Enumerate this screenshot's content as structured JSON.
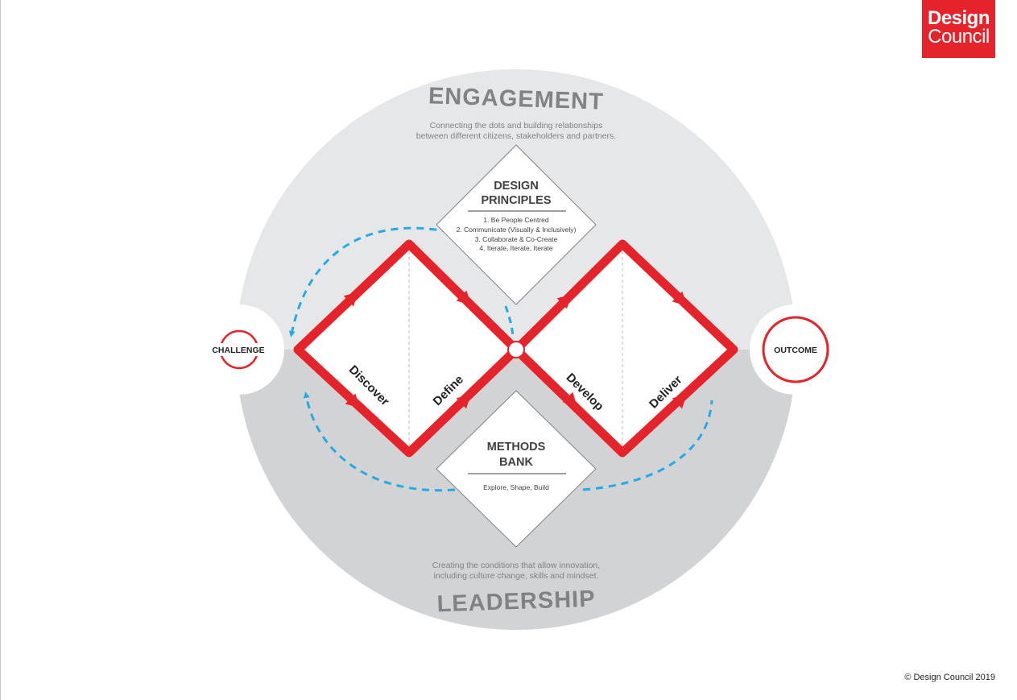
{
  "logo": {
    "line1": "Design",
    "line2": "Council"
  },
  "copyright": "© Design Council 2019",
  "engagement": {
    "title": "ENGAGEMENT",
    "desc_line1": "Connecting the dots and building relationships",
    "desc_line2": "between different citizens, stakeholders and partners."
  },
  "leadership": {
    "title": "LEADERSHIP",
    "desc_line1": "Creating the conditions that allow innovation,",
    "desc_line2": "including culture change, skills and mindset."
  },
  "design_principles": {
    "title_line1": "DESIGN",
    "title_line2": "PRINCIPLES",
    "items": [
      "1. Be People Centred",
      "2. Communicate (Visually & Inclusively)",
      "3. Collaborate & Co-Create",
      "4. Iterate, Iterate, Iterate"
    ]
  },
  "methods_bank": {
    "title_line1": "METHODS",
    "title_line2": "BANK",
    "items": "Explore, Shape, Build"
  },
  "challenge": "CHALLENGE",
  "outcome": "OUTCOME",
  "phases": {
    "discover": "Discover",
    "define": "Define",
    "develop": "Develop",
    "deliver": "Deliver"
  },
  "colors": {
    "red": "#e5232b",
    "blue": "#27aae1",
    "light_grey": "#e6e7e8",
    "mid_grey": "#d1d3d4",
    "title_grey": "#808285"
  }
}
